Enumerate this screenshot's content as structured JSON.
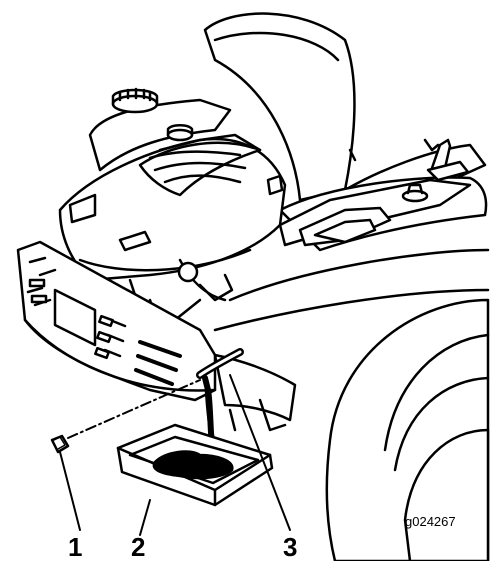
{
  "figure": {
    "callouts": [
      {
        "number": "1",
        "target": "drain-plug"
      },
      {
        "number": "2",
        "target": "drain-pan"
      },
      {
        "number": "3",
        "target": "drain-hose"
      }
    ],
    "figure_id": "g024267"
  }
}
